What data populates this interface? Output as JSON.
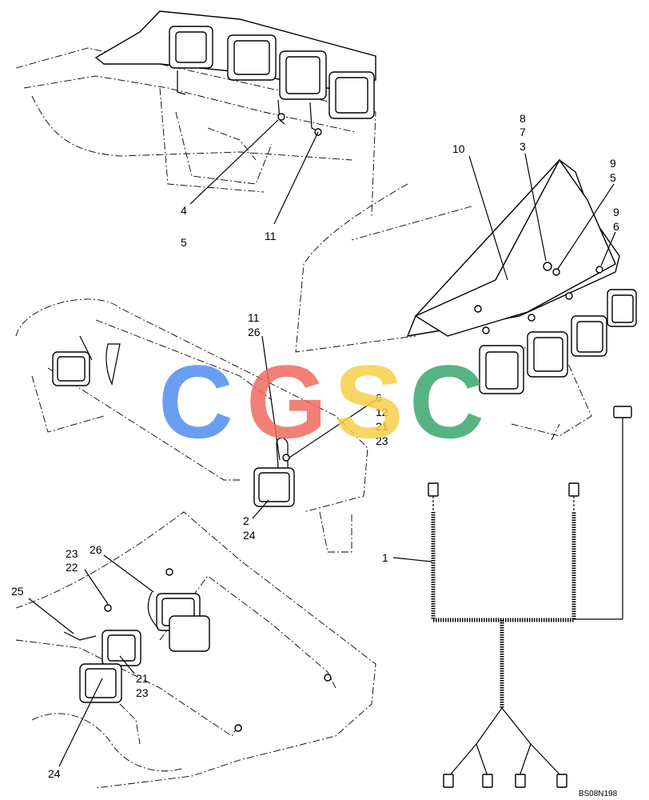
{
  "watermark": {
    "letters": [
      "C",
      "G",
      "S",
      "C"
    ],
    "colors": [
      "#4f8ef0",
      "#f06b5f",
      "#f7cf4a",
      "#3aa76d"
    ]
  },
  "callouts": {
    "c_4": "4",
    "c_5a": "5",
    "c_11a": "11",
    "c_8": "8",
    "c_7": "7",
    "c_3": "3",
    "c_10": "10",
    "c_9a": "9",
    "c_5b": "5",
    "c_9b": "9",
    "c_6a": "6",
    "c_11b": "11",
    "c_26a": "26",
    "c_6b": "6",
    "c_12": "12",
    "c_21a": "21",
    "c_23a": "23",
    "c_2": "2",
    "c_24a": "24",
    "c_1": "1",
    "c_23b": "23",
    "c_22": "22",
    "c_26b": "26",
    "c_25": "25",
    "c_21b": "21",
    "c_23c": "23",
    "c_24b": "24"
  },
  "drawing_ref": "BS08N198"
}
